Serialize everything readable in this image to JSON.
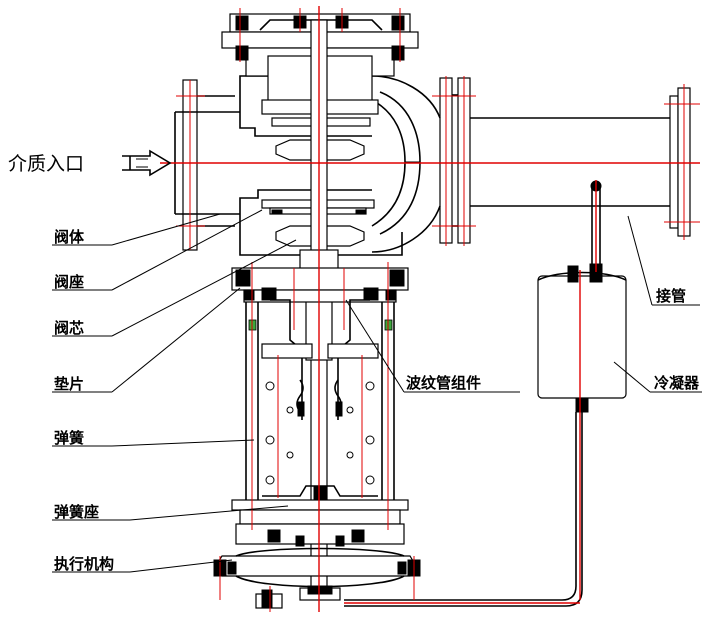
{
  "labels": {
    "inlet": "介质入口",
    "valve_body": "阀体",
    "valve_seat": "阀座",
    "valve_core": "阀芯",
    "gasket": "垫片",
    "spring": "弹簧",
    "spring_seat": "弹簧座",
    "actuator": "执行机构",
    "bellows": "波纹管组件",
    "connecting_pipe": "接管",
    "condenser": "冷凝器"
  },
  "colors": {
    "line": "#000000",
    "centerline": "#e00000",
    "accent_green": "#3ca83c"
  }
}
